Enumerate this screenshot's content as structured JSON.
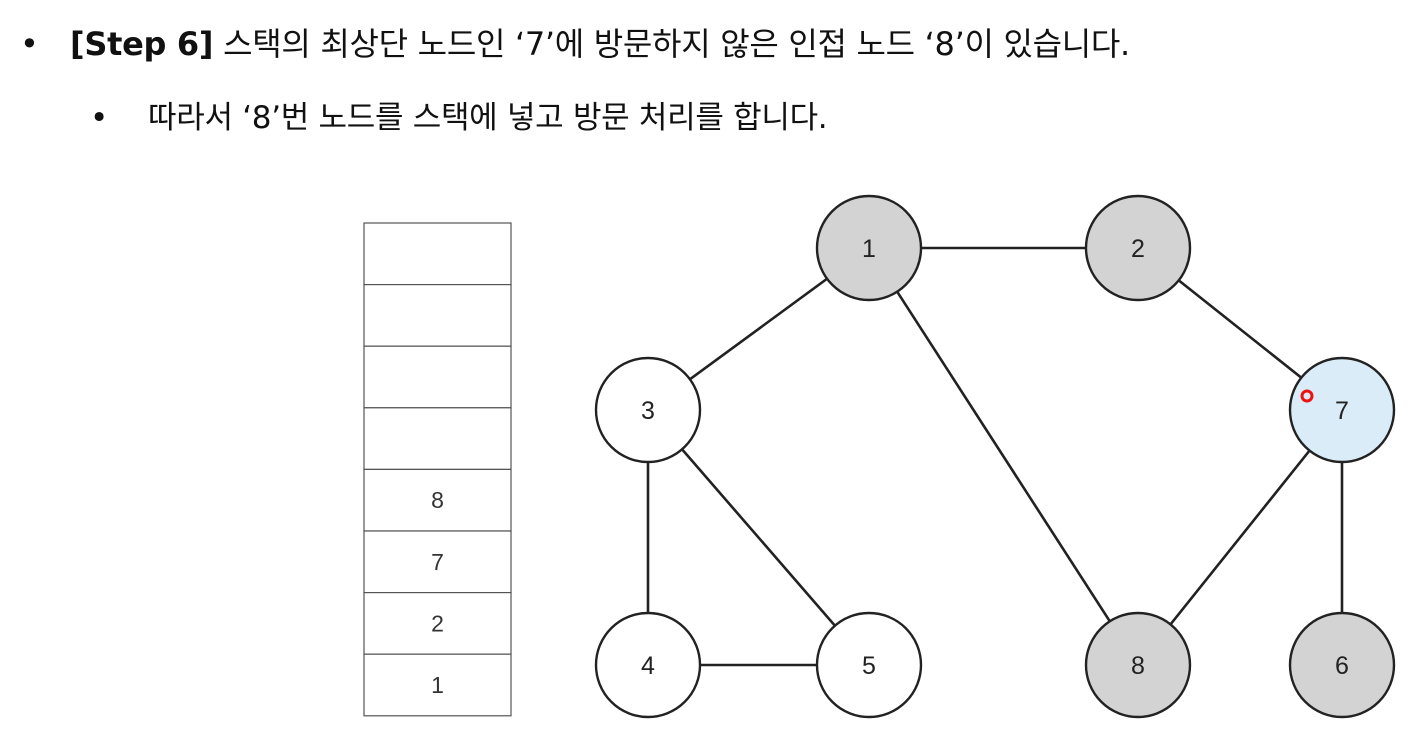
{
  "slide": {
    "bullet1": {
      "marker": "•",
      "tag": "[Step 6]",
      "text": " 스택의 최상단 노드인 ‘7’에 방문하지 않은 인접 노드 ‘8’이 있습니다."
    },
    "bullet2": {
      "marker": "•",
      "text": "따라서 ‘8’번 노드를 스택에 넣고 방문 처리를 합니다."
    }
  },
  "stack": {
    "cells": [
      "",
      "",
      "",
      "",
      "8",
      "7",
      "2",
      "1"
    ]
  },
  "graph": {
    "nodes": [
      {
        "id": "1",
        "label": "1",
        "state": "visited"
      },
      {
        "id": "2",
        "label": "2",
        "state": "visited"
      },
      {
        "id": "3",
        "label": "3",
        "state": "unvisited"
      },
      {
        "id": "7",
        "label": "7",
        "state": "current"
      },
      {
        "id": "4",
        "label": "4",
        "state": "unvisited"
      },
      {
        "id": "5",
        "label": "5",
        "state": "unvisited"
      },
      {
        "id": "8",
        "label": "8",
        "state": "visited"
      },
      {
        "id": "6",
        "label": "6",
        "state": "visited"
      }
    ],
    "edges": [
      [
        "1",
        "2"
      ],
      [
        "1",
        "3"
      ],
      [
        "1",
        "8"
      ],
      [
        "2",
        "7"
      ],
      [
        "3",
        "4"
      ],
      [
        "3",
        "5"
      ],
      [
        "4",
        "5"
      ],
      [
        "7",
        "8"
      ],
      [
        "7",
        "6"
      ]
    ]
  },
  "colors": {
    "visited": "#d3d3d3",
    "unvisited": "#ffffff",
    "current": "#d9ecf7",
    "stroke": "#222222",
    "cursor": "#ee1111"
  }
}
